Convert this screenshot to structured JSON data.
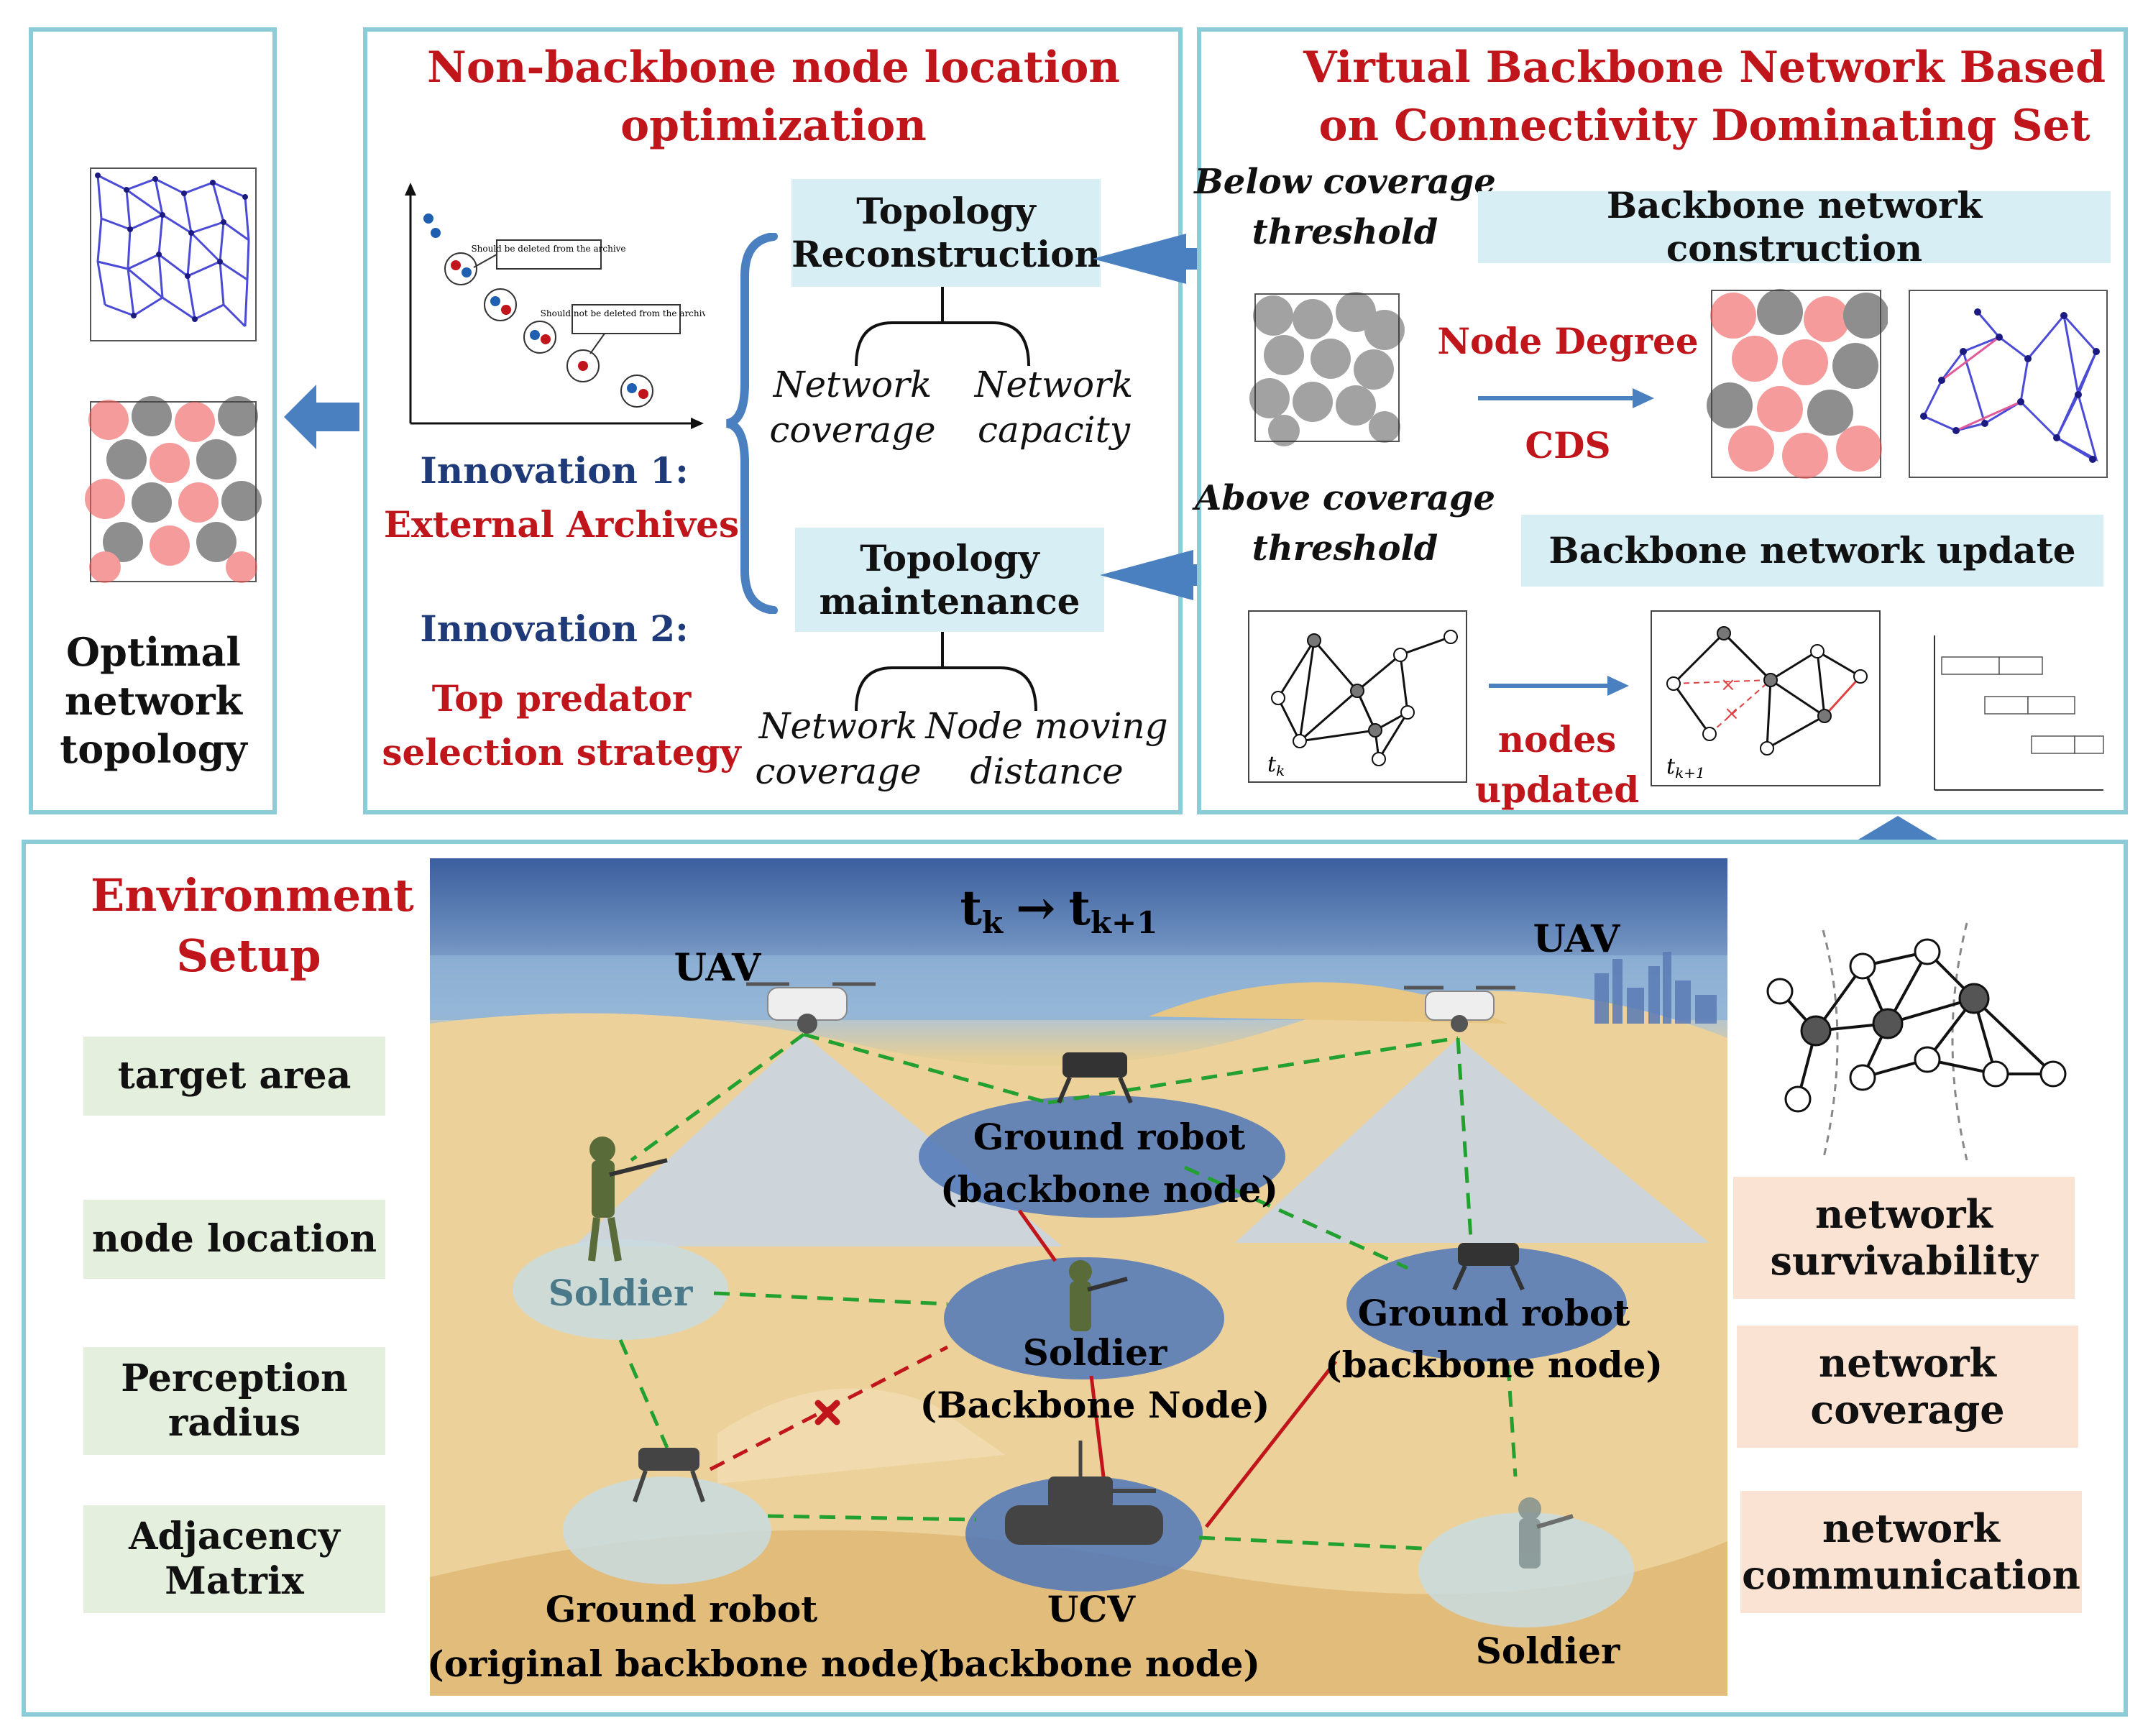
{
  "panels": {
    "non_backbone": {
      "title_line1": "Non-backbone node location",
      "title_line2": "optimization",
      "topology_reconstruction": "Topology Reconstruction",
      "topology_maintenance": "Topology maintenance",
      "network_coverage_1": "Network coverage",
      "network_capacity": "Network capacity",
      "network_coverage_2": "Network coverage",
      "node_moving_distance": "Node moving distance",
      "innovation1_label": "Innovation 1:",
      "innovation1_text": "External Archives",
      "innovation2_label": "Innovation 2:",
      "innovation2_text_line1": "Top predator",
      "innovation2_text_line2": "selection strategy",
      "pareto_note1": "Should be deleted from the archive",
      "pareto_note2": "Should not be deleted from the archive"
    },
    "virtual_backbone": {
      "title_line1": "Virtual Backbone Network Based",
      "title_line2": "on Connectivity Dominating Set",
      "below_threshold_line1": "Below coverage",
      "below_threshold_line2": "threshold",
      "above_threshold_line1": "Above coverage",
      "above_threshold_line2": "threshold",
      "construction": "Backbone network construction",
      "update": "Backbone network update",
      "node_degree": "Node Degree",
      "cds": "CDS",
      "nodes_updated_line1": "nodes",
      "nodes_updated_line2": "updated",
      "t_k": "t",
      "t_k_sub": "k",
      "t_k1": "t",
      "t_k1_sub": "k+1"
    },
    "optimal": {
      "line1": "Optimal",
      "line2": "network",
      "line3": "topology"
    },
    "environment": {
      "title_line1": "Environment",
      "title_line2": "Setup",
      "inputs": [
        "target area",
        "node location",
        "Perception radius",
        "Adjacency Matrix"
      ],
      "outputs": [
        "network survivability",
        "network coverage",
        "network communication"
      ],
      "time_label": "t",
      "time_sub_k": "k",
      "time_arrow": "→",
      "time_sub_k1": "k+1",
      "scene_labels": {
        "uav_left": "UAV",
        "uav_right": "UAV",
        "ground_robot_backbone_top_line1": "Ground robot",
        "ground_robot_backbone_top_line2": "(backbone node)",
        "soldier_left": "Soldier",
        "soldier_backbone_line1": "Soldier",
        "soldier_backbone_line2": "(Backbone Node)",
        "ground_robot_backbone_right_line1": "Ground robot",
        "ground_robot_backbone_right_line2": "(backbone node)",
        "ground_robot_original_line1": "Ground robot",
        "ground_robot_original_line2": "(original backbone node)",
        "ucv_line1": "UCV",
        "ucv_line2": "(backbone node)",
        "soldier_right": "Soldier"
      }
    }
  },
  "colors": {
    "panel_border": "#8ccbd8",
    "title_red": "#c0151b",
    "title_blue": "#1f3a78",
    "arrow_blue": "#4a7fc0",
    "box_blue": "#d7eef5",
    "box_green": "#e5efdd",
    "box_peach": "#fbe3d4"
  }
}
